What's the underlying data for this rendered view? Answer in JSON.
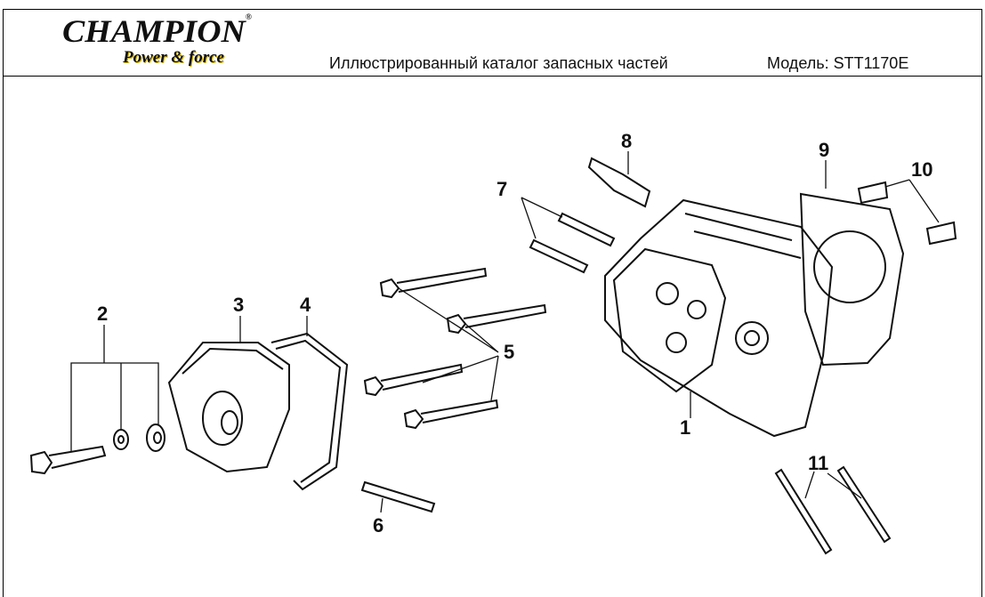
{
  "logo": {
    "brand": "CHAMPION",
    "registered": "®",
    "tagline": "Power & force"
  },
  "header": {
    "title": "Иллюстрированный каталог запасных частей",
    "model": "Модель: STT1170E"
  },
  "callouts": [
    "1",
    "2",
    "3",
    "4",
    "5",
    "6",
    "7",
    "8",
    "9",
    "10",
    "11"
  ]
}
